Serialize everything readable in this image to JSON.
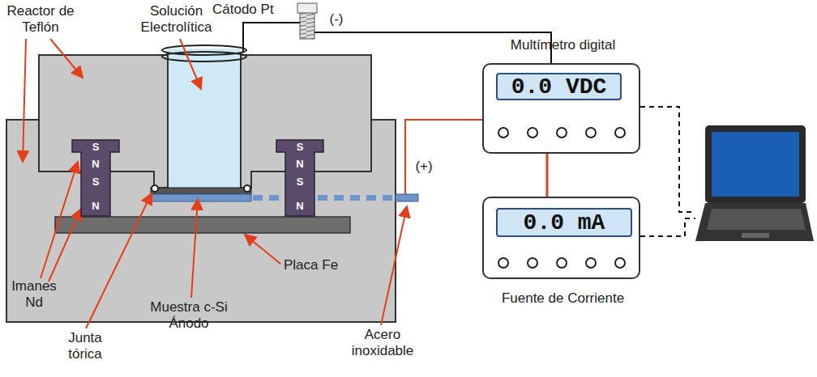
{
  "diagram": {
    "nodes": [
      {
        "text": [
          "Multímetro digital"
        ]
      },
      {
        "text": [
          "0.0 VDC"
        ],
        "in": 0
      },
      {
        "text": [
          "Fuente de Corriente"
        ]
      },
      {
        "text": [
          "0.0 mA"
        ],
        "in": 2
      },
      {
        "text": [
          "S",
          "N",
          "S",
          "N"
        ]
      },
      {
        "text": [
          "S",
          "N",
          "S",
          "N"
        ]
      }
    ],
    "edges": [
      {
        "from": 0,
        "to": 2,
        "arrow": "none"
      }
    ],
    "labels": [
      "Reactor de Teflón",
      "Solución Electrolítica",
      "Cátodo Pt",
      "(-)",
      "(+)",
      "Imanes Nd",
      "Placa Fe",
      "Muestra c-Si Ánodo",
      "Junta tórica",
      "Acero inoxidable"
    ]
  }
}
